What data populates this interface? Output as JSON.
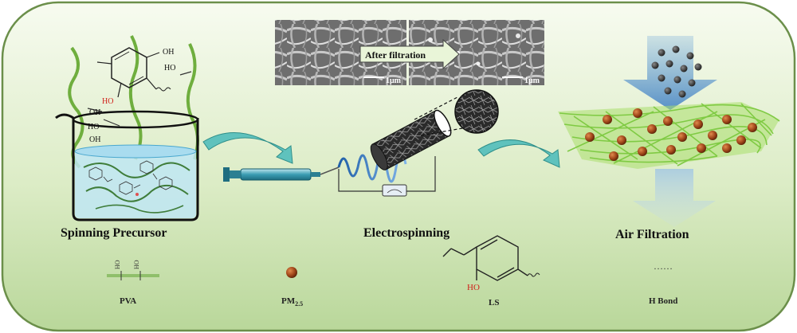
{
  "stages": {
    "precursor": "Spinning Precursor",
    "electrospinning": "Electrospinning",
    "filtration": "Air Filtration"
  },
  "sem": {
    "caption": "After filtration",
    "scale_left": "1μm",
    "scale_right": "1μm"
  },
  "chemistry": {
    "hydroxyl_1": "OH",
    "hydroxyl_2": "HO",
    "hydroxyl_3": "HO",
    "hydroxyl_4": "OH",
    "hydroxyl_5": "HO",
    "hydroxyl_6": "OH"
  },
  "legend": {
    "pva": "PVA",
    "pva_groups": "HO",
    "pm_main": "PM",
    "pm_sub": "2.5",
    "ls": "LS",
    "ls_ho": "HO",
    "hbond_symbol": "……",
    "hbond": "H Bond"
  },
  "colors": {
    "panel_top": "#f6faef",
    "panel_bottom": "#bcd99e",
    "panel_border": "#6b8f4a",
    "arrow_teal": "#4fb7b3",
    "fiber_green": "#8fd14f",
    "particle_brown": "#a0461a",
    "flow_blue": "#5b9bd5",
    "hydroxyl_red": "#d0201a"
  }
}
